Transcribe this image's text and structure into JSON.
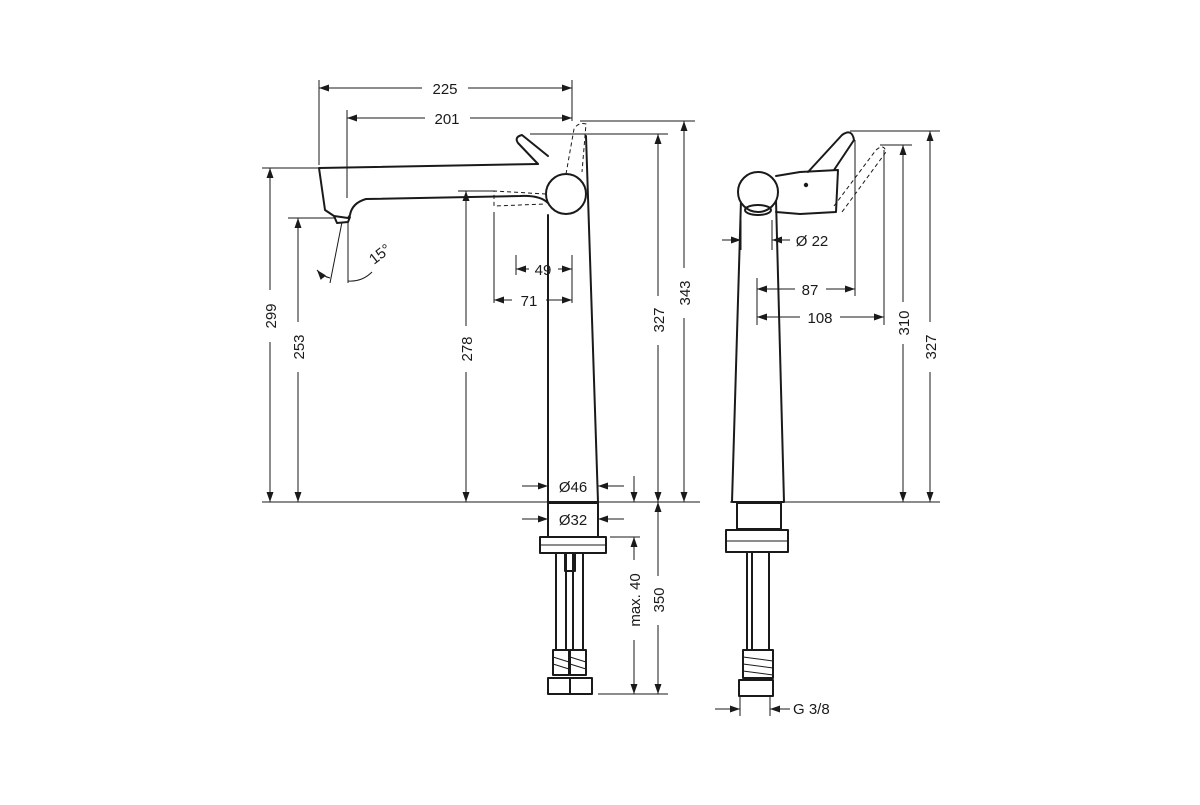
{
  "dimensions": {
    "d225": "225",
    "d201": "201",
    "d15": "15°",
    "d49": "49",
    "d71": "71",
    "d299": "299",
    "d253": "253",
    "d278": "278",
    "d327": "327",
    "d343": "343",
    "d46": "Ø46",
    "d32": "Ø32",
    "d40": "max. 40",
    "d350": "350",
    "d22": "Ø 22",
    "d87": "87",
    "d108": "108",
    "d310": "310",
    "d327b": "327",
    "g38": "G 3/8"
  },
  "colors": {
    "line": "#1a1a1a",
    "background": "#ffffff"
  }
}
